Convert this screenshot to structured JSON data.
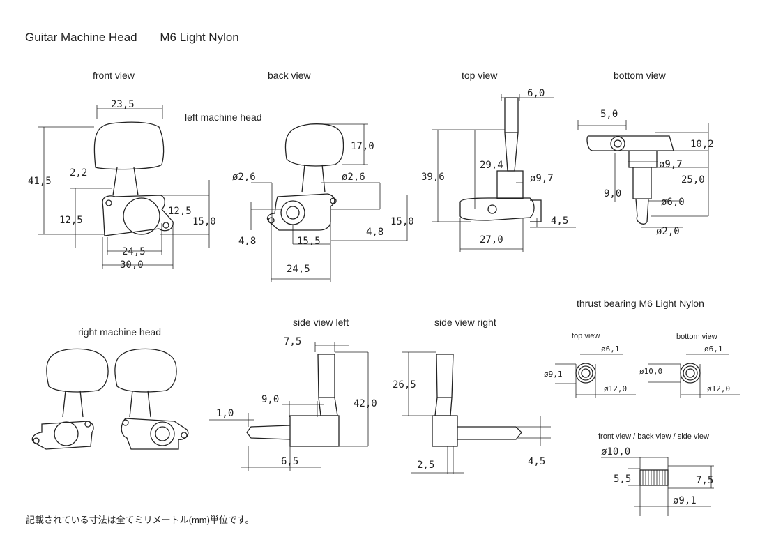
{
  "title": {
    "main": "Guitar Machine Head",
    "model": "M6 Light Nylon"
  },
  "views": {
    "front": "front view",
    "back": "back view",
    "top": "top view",
    "bottom": "bottom view",
    "left_head": "left machine head",
    "right_head": "right machine head",
    "side_left": "side view left",
    "side_right": "side view right"
  },
  "thrust": {
    "title": "thrust bearing M6 Light Nylon",
    "top_view": "top view",
    "bottom_view": "bottom view",
    "fbs_view": "front view / back view / side view"
  },
  "dims": {
    "front": {
      "w235": "23,5",
      "h415": "41,5",
      "d22": "2,2",
      "h125": "12,5",
      "d125b": "12,5",
      "h150": "15,0",
      "w245": "24,5",
      "w300": "30,0"
    },
    "back": {
      "h170": "17,0",
      "d26a": "ø2,6",
      "d26b": "ø2,6",
      "h48a": "4,8",
      "h48b": "4,8",
      "w155": "15,5",
      "h150": "15,0",
      "w245": "24,5"
    },
    "top": {
      "w60": "6,0",
      "h396": "39,6",
      "h294": "29,4",
      "d97": "ø9,7",
      "w270": "27,0",
      "h45": "4,5"
    },
    "bottom": {
      "w50": "5,0",
      "h102": "10,2",
      "d97": "ø9,7",
      "h90": "9,0",
      "h250": "25,0",
      "d60": "ø6,0",
      "d20": "ø2,0"
    },
    "side_left": {
      "w75": "7,5",
      "h420": "42,0",
      "w90": "9,0",
      "w10": "1,0",
      "w65": "6,5"
    },
    "side_right": {
      "h265": "26,5",
      "w25": "2,5",
      "h45": "4,5"
    },
    "thrust": {
      "t_d61": "ø6,1",
      "t_d91": "ø9,1",
      "t_d120": "ø12,0",
      "b_d61": "ø6,1",
      "b_d100": "ø10,0",
      "b_d120": "ø12,0",
      "f_d100": "ø10,0",
      "f_h55": "5,5",
      "f_h75": "7,5",
      "f_d91": "ø9,1"
    }
  },
  "footer": "記載されている寸法は全てミリメートル(mm)単位です。"
}
